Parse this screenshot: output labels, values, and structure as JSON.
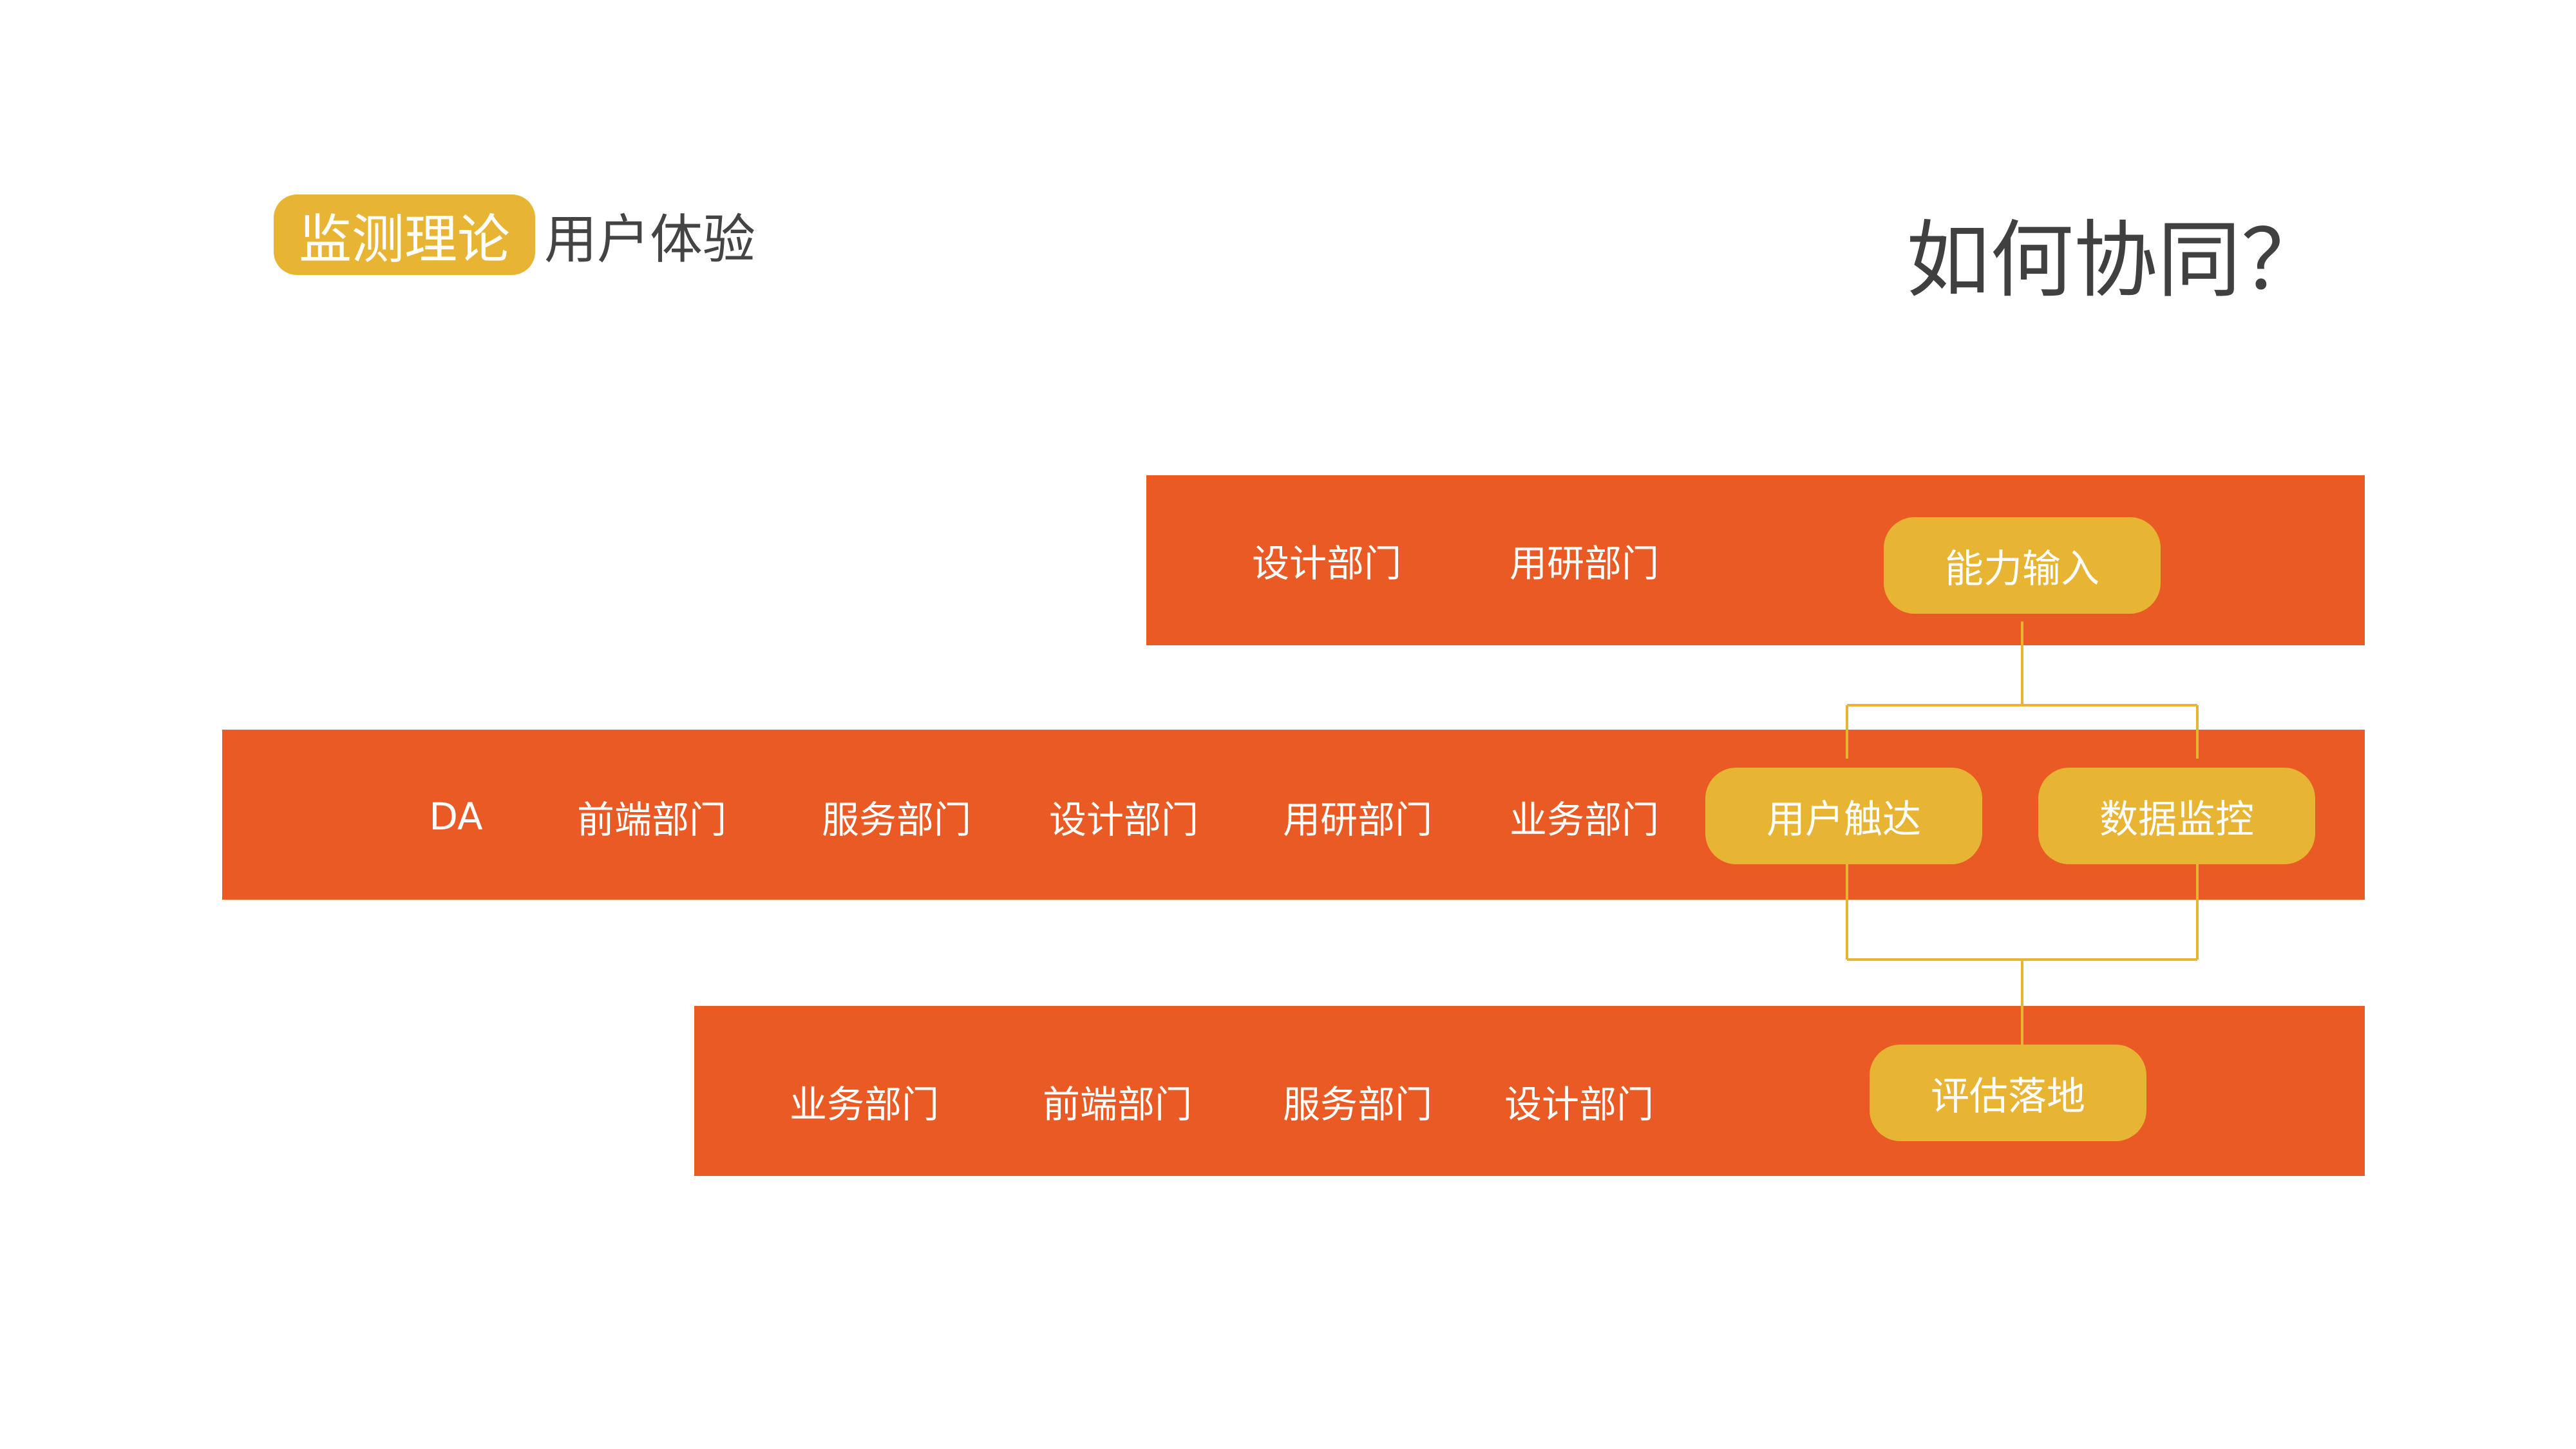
{
  "colors": {
    "accent_orange": "#EA5A24",
    "accent_gold": "#E8B434",
    "title_text": "#404040",
    "connector": "#E8B434"
  },
  "header": {
    "tag": "监测理论",
    "subtitle": "用户体验"
  },
  "question": "如何协同？",
  "rows": [
    {
      "departments": [
        "设计部门",
        "用研部门"
      ],
      "stage": "能力输入"
    },
    {
      "departments": [
        "DA",
        "前端部门",
        "服务部门",
        "设计部门",
        "用研部门",
        "业务部门"
      ],
      "stages": [
        "用户触达",
        "数据监控"
      ]
    },
    {
      "departments": [
        "业务部门",
        "前端部门",
        "服务部门",
        "设计部门"
      ],
      "stage": "评估落地"
    }
  ]
}
